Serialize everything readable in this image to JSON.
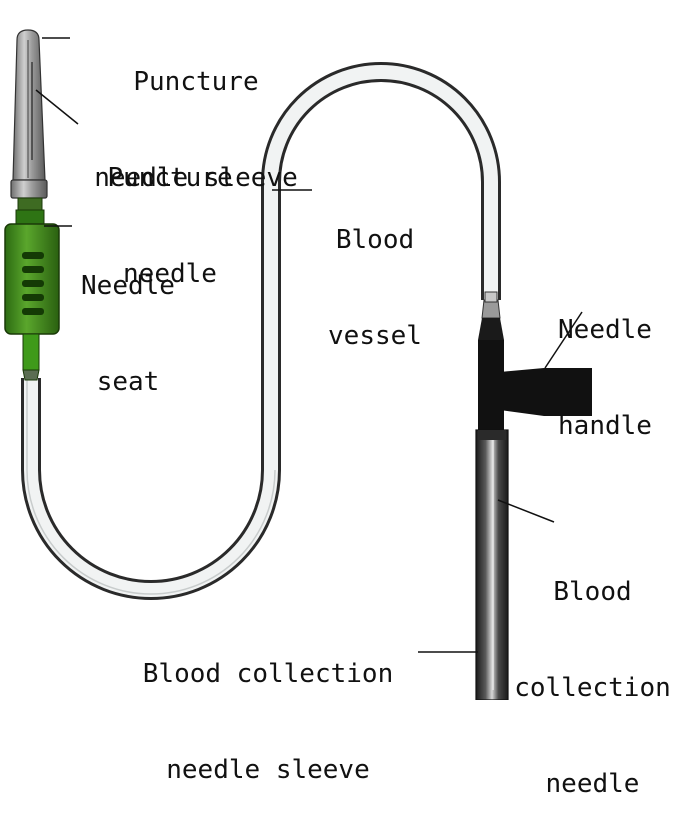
{
  "labels": {
    "puncture_needle_sleeve": [
      "Puncture",
      "needle sleeve"
    ],
    "puncture_needle": [
      "Puncture",
      "needle"
    ],
    "needle_seat": [
      "Needle",
      "seat"
    ],
    "blood_vessel": [
      "Blood",
      "vessel"
    ],
    "needle_handle": [
      "Needle",
      "handle"
    ],
    "blood_collection_needle": [
      "Blood",
      "collection",
      "needle"
    ],
    "blood_collection_needle_sleeve": [
      "Blood collection",
      "needle sleeve"
    ]
  },
  "colors": {
    "tube_outline": "#2a2a2a",
    "tube_fill": "#f1f3f3",
    "seat_green": "#3f8f1f",
    "seat_dark": "#1f5a0c",
    "handle_black": "#111111",
    "sleeve_gray": "#8a8a8a"
  }
}
